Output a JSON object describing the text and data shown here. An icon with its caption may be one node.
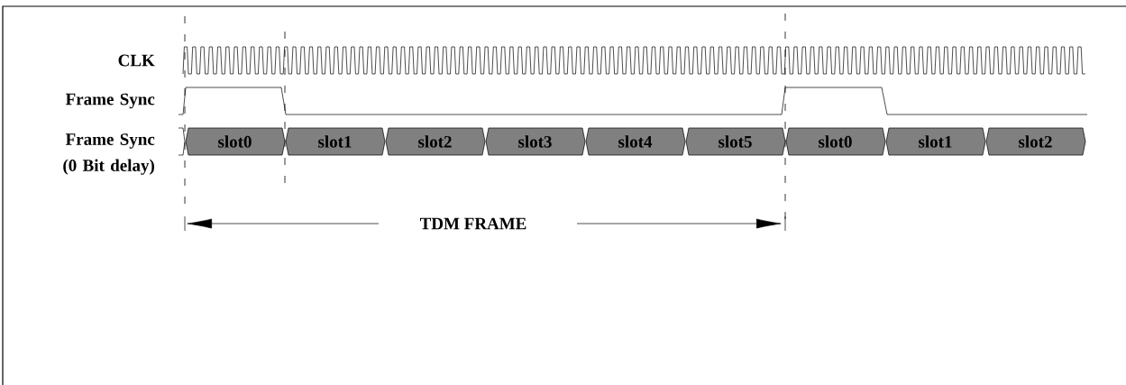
{
  "diagram": {
    "nodes": [
      {
        "text": [
          "slot0"
        ]
      },
      {
        "text": [
          "slot1"
        ]
      },
      {
        "text": [
          "slot2"
        ]
      },
      {
        "text": [
          "slot3"
        ]
      },
      {
        "text": [
          "slot4"
        ]
      },
      {
        "text": [
          "slot5"
        ]
      },
      {
        "text": [
          "slot0"
        ]
      },
      {
        "text": [
          "slot1"
        ]
      },
      {
        "text": [
          "slot2"
        ]
      }
    ],
    "labels": [
      "CLK",
      "Frame Sync",
      "Frame Sync (0 Bit delay)",
      "TDM FRAME"
    ]
  }
}
